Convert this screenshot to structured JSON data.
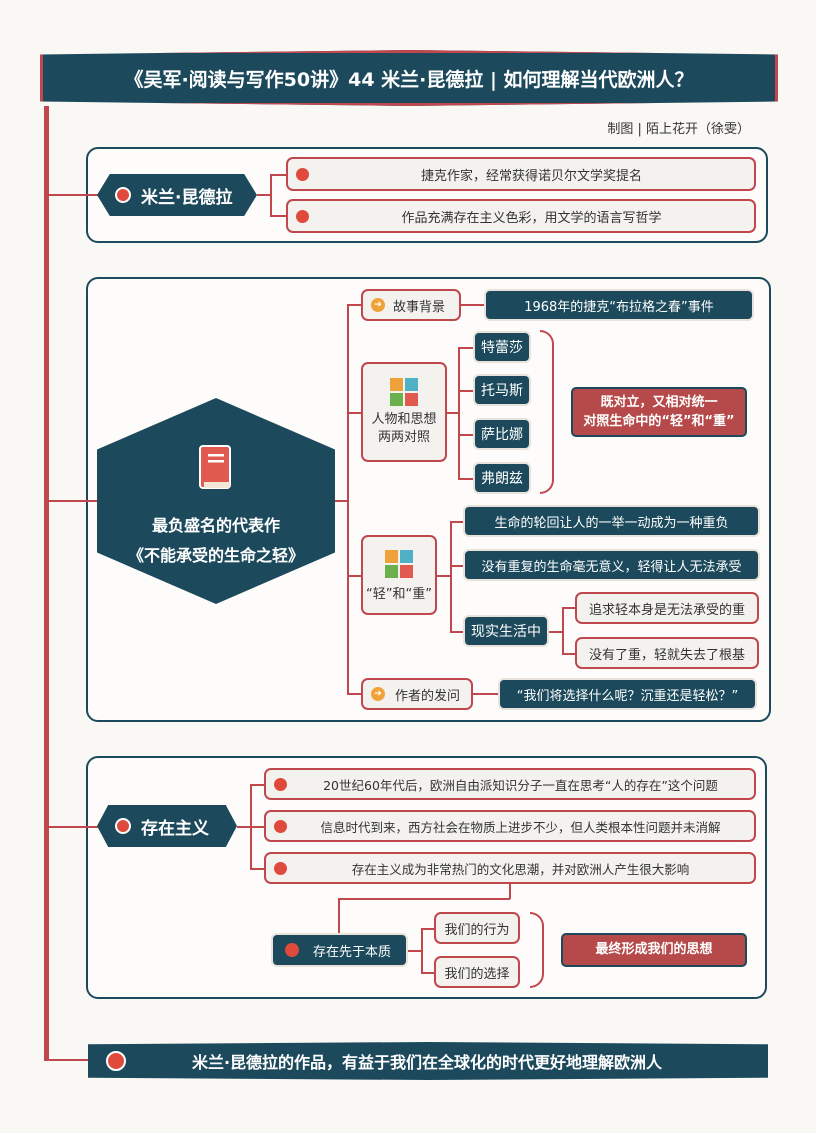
{
  "title": "《吴军·阅读与写作50讲》44 米兰·昆德拉 | 如何理解当代欧洲人？",
  "credit": "制图 | 陌上花开（徐雯）",
  "section1": {
    "label": "米兰·昆德拉",
    "items": [
      "捷克作家，经常获得诺贝尔文学奖提名",
      "作品充满存在主义色彩，用文学的语言写哲学"
    ]
  },
  "section2": {
    "label_line1": "最负盛名的代表作",
    "label_line2": "《不能承受的生命之轻》",
    "background_label": "故事背景",
    "background_value": "1968年的捷克“布拉格之春”事件",
    "characters_label_line1": "人物和思想",
    "characters_label_line2": "两两对照",
    "characters": [
      "特蕾莎",
      "托马斯",
      "萨比娜",
      "弗朗兹"
    ],
    "characters_summary_line1": "既对立，又相对统一",
    "characters_summary_line2": "对照生命中的“轻”和“重”",
    "lightheavy_label": "“轻”和“重”",
    "lightheavy_items": [
      "生命的轮回让人的一举一动成为一种重负",
      "没有重复的生命毫无意义，轻得让人无法承受"
    ],
    "reality_label": "现实生活中",
    "reality_items": [
      "追求轻本身是无法承受的重",
      "没有了重，轻就失去了根基"
    ],
    "question_label": "作者的发问",
    "question_value": "“我们将选择什么呢？沉重还是轻松？”"
  },
  "section3": {
    "label": "存在主义",
    "items": [
      "20世纪60年代后，欧洲自由派知识分子一直在思考“人的存在”这个问题",
      "信息时代到来，西方社会在物质上进步不少，但人类根本性问题并未消解",
      "存在主义成为非常热门的文化思潮，并对欧洲人产生很大影响"
    ],
    "essence_label": "存在先于本质",
    "essence_items": [
      "我们的行为",
      "我们的选择"
    ],
    "essence_result": "最终形成我们的思想"
  },
  "conclusion": "米兰·昆德拉的作品，有益于我们在全球化的时代更好地理解欧洲人",
  "colors": {
    "navy": "#1c4a5c",
    "red": "#c0474e",
    "dot": "#e04a3c",
    "orange": "#f0a23a"
  },
  "icons": [
    "book-icon",
    "puzzle-icon",
    "arrow-circle-icon"
  ]
}
